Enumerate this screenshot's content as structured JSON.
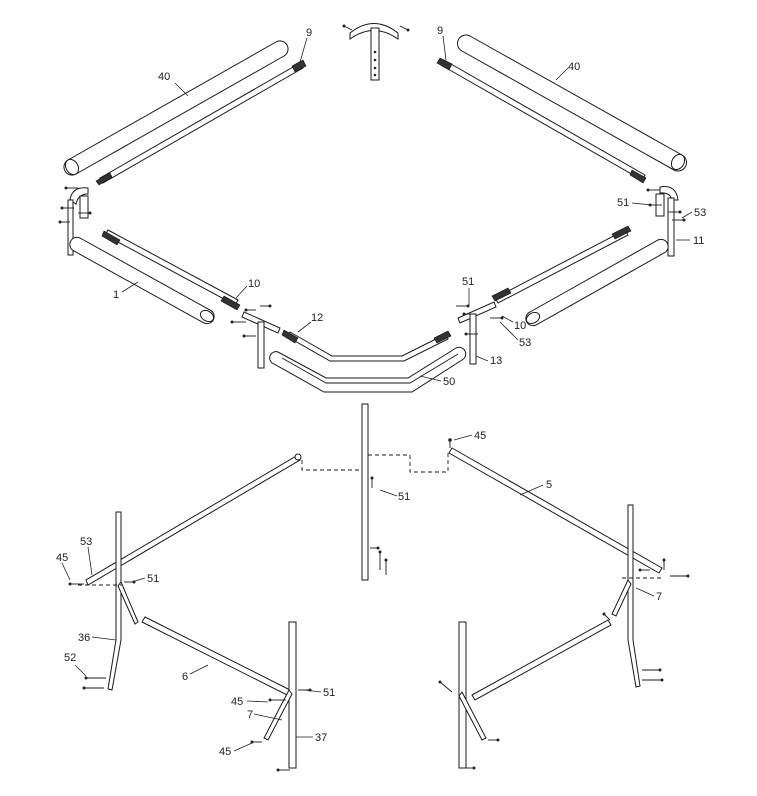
{
  "callouts": [
    {
      "id": "c-9-left",
      "text": "9"
    },
    {
      "id": "c-9-right",
      "text": "9"
    },
    {
      "id": "c-40-left",
      "text": "40"
    },
    {
      "id": "c-40-right",
      "text": "40"
    },
    {
      "id": "c-51-right-top",
      "text": "51"
    },
    {
      "id": "c-53-right-top",
      "text": "53"
    },
    {
      "id": "c-11",
      "text": "11"
    },
    {
      "id": "c-1",
      "text": "1"
    },
    {
      "id": "c-10-left",
      "text": "10"
    },
    {
      "id": "c-12",
      "text": "12"
    },
    {
      "id": "c-51-center",
      "text": "51"
    },
    {
      "id": "c-10-right",
      "text": "10"
    },
    {
      "id": "c-53-center",
      "text": "53"
    },
    {
      "id": "c-13",
      "text": "13"
    },
    {
      "id": "c-50",
      "text": "50"
    },
    {
      "id": "c-45-top",
      "text": "45"
    },
    {
      "id": "c-5",
      "text": "5"
    },
    {
      "id": "c-51-mid",
      "text": "51"
    },
    {
      "id": "c-53-low",
      "text": "53"
    },
    {
      "id": "c-45-left",
      "text": "45"
    },
    {
      "id": "c-51-left",
      "text": "51"
    },
    {
      "id": "c-7-right",
      "text": "7"
    },
    {
      "id": "c-36",
      "text": "36"
    },
    {
      "id": "c-52",
      "text": "52"
    },
    {
      "id": "c-6",
      "text": "6"
    },
    {
      "id": "c-51-bottom",
      "text": "51"
    },
    {
      "id": "c-45-bottom1",
      "text": "45"
    },
    {
      "id": "c-7-bottom",
      "text": "7"
    },
    {
      "id": "c-37",
      "text": "37"
    },
    {
      "id": "c-45-bottom2",
      "text": "45"
    }
  ]
}
